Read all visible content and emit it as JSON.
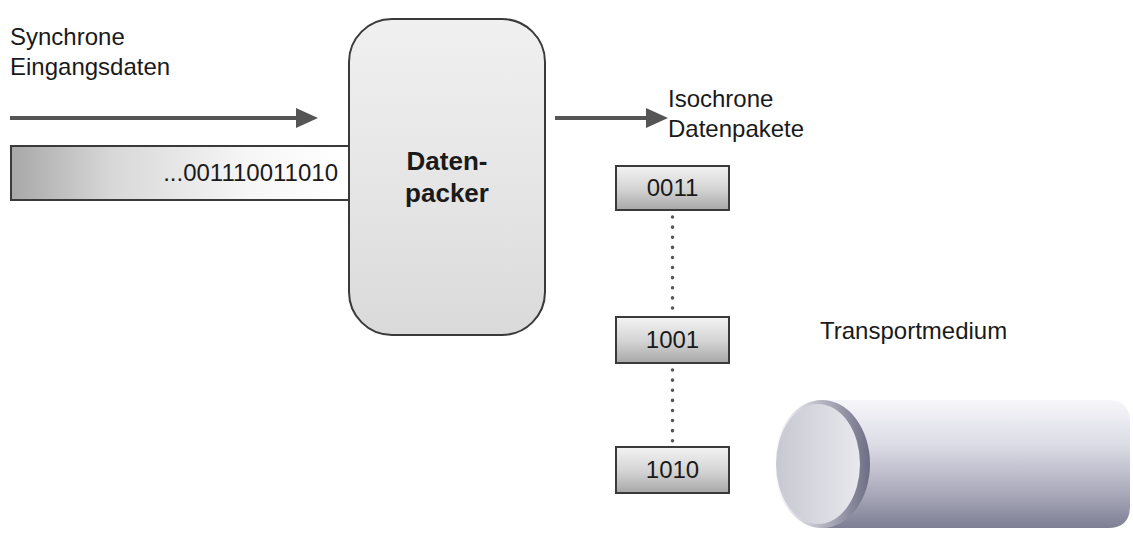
{
  "diagram": {
    "nodes": [
      {
        "text": [
          "...001110011010"
        ]
      },
      {
        "text": [
          "Daten- packer"
        ]
      },
      {
        "text": [
          "0011"
        ]
      },
      {
        "text": [
          "1001"
        ]
      },
      {
        "text": [
          "1010"
        ]
      }
    ],
    "edges": [
      {
        "from": 2,
        "to": 3,
        "arrow": "none"
      },
      {
        "from": 3,
        "to": 4,
        "arrow": "none"
      }
    ],
    "labels": [
      "Synchrone Eingangsdaten",
      "Isochrone Datenpakete",
      "Transportmedium"
    ]
  }
}
